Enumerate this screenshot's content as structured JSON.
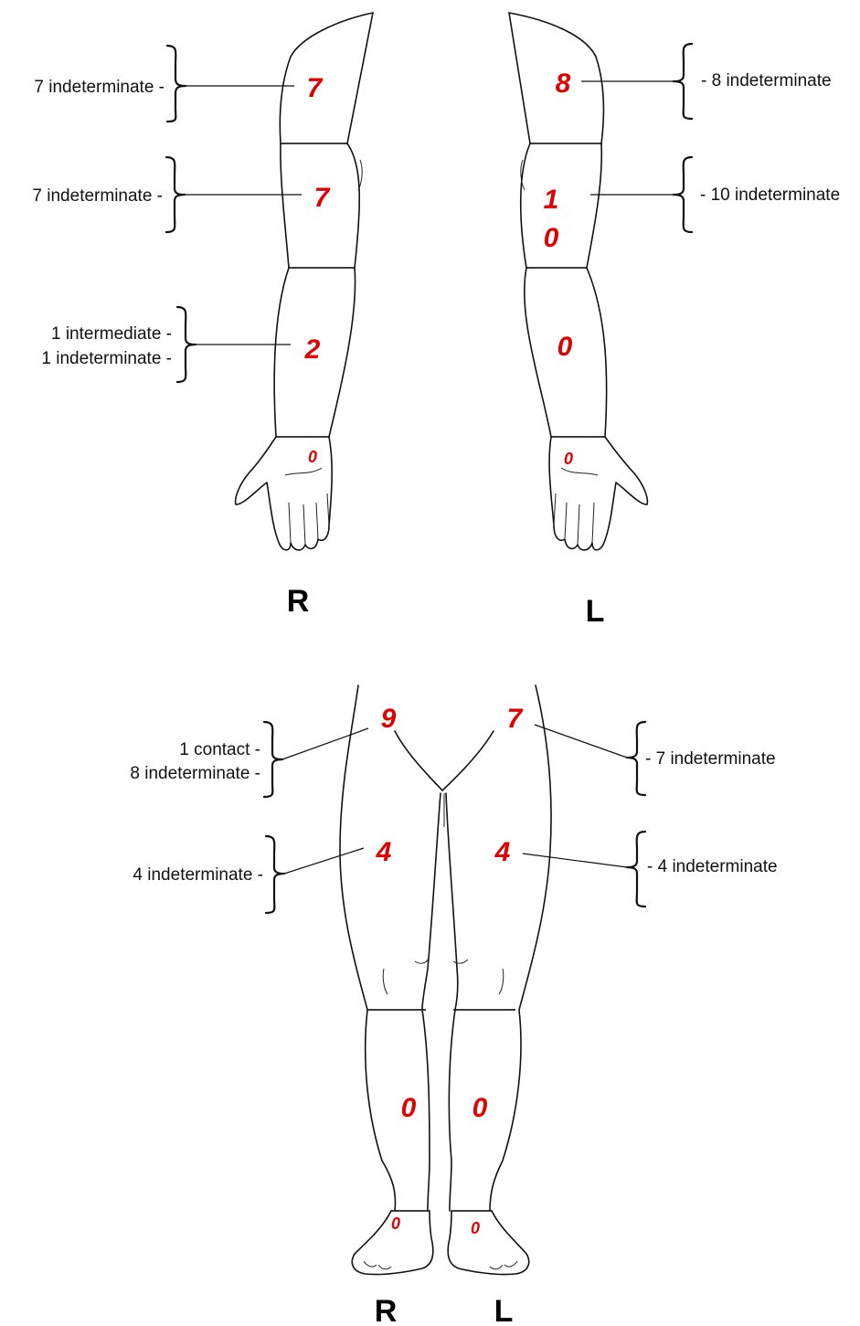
{
  "colors": {
    "count": "#e00000",
    "outline": "#111111",
    "label": "#111111"
  },
  "arms": {
    "right_side_label": "R",
    "left_side_label": "L",
    "right": {
      "upper_arm": {
        "count": "7",
        "label": "7 indeterminate -"
      },
      "elbow": {
        "count": "7",
        "label": "7 indeterminate -"
      },
      "forearm": {
        "count": "2",
        "label_line1": "1 intermediate -",
        "label_line2": "1 indeterminate -"
      },
      "hand": {
        "count": "0"
      }
    },
    "left": {
      "upper_arm": {
        "count": "8",
        "label": "- 8 indeterminate"
      },
      "elbow": {
        "count_line1": "1",
        "count_line2": "0",
        "label": "- 10 indeterminate"
      },
      "forearm": {
        "count": "0"
      },
      "hand": {
        "count": "0"
      }
    }
  },
  "legs": {
    "right_side_label": "R",
    "left_side_label": "L",
    "right": {
      "upper_thigh": {
        "count": "9",
        "label_line1": "1 contact -",
        "label_line2": "8 indeterminate -"
      },
      "thigh": {
        "count": "4",
        "label": "4 indeterminate -"
      },
      "lower_leg": {
        "count": "0"
      },
      "foot": {
        "count": "0"
      }
    },
    "left": {
      "upper_thigh": {
        "count": "7",
        "label": "- 7 indeterminate"
      },
      "thigh": {
        "count": "4",
        "label": "- 4 indeterminate"
      },
      "lower_leg": {
        "count": "0"
      },
      "foot": {
        "count": "0"
      }
    }
  }
}
